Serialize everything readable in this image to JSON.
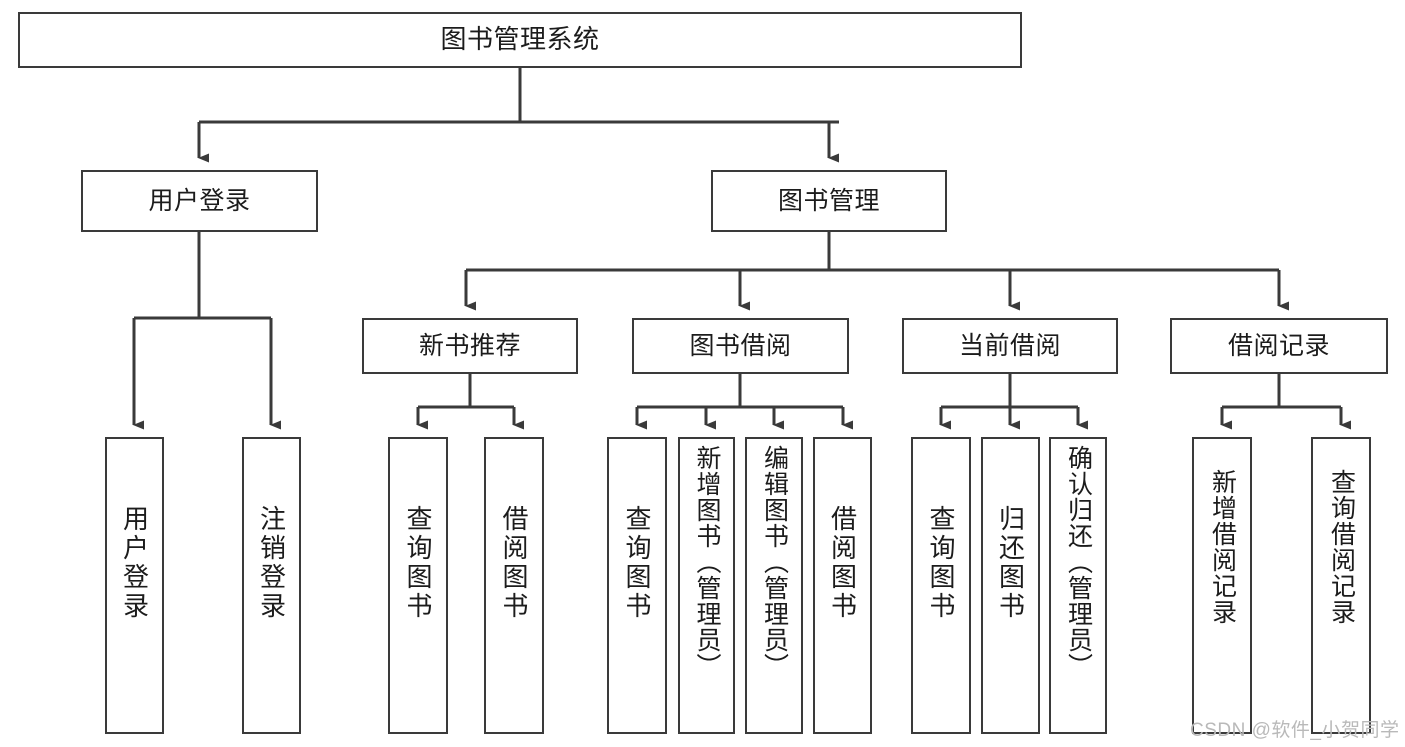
{
  "diagram": {
    "title": "图书管理系统",
    "type": "tree-hierarchy-chart",
    "stroke_color": "#3a3a3a",
    "fill_color": "#ffffff",
    "text_color": "#1c1c1c"
  },
  "root": {
    "label": "图书管理系统"
  },
  "level2": [
    {
      "label": "用户登录"
    },
    {
      "label": "图书管理"
    }
  ],
  "level3": [
    {
      "label": "新书推荐"
    },
    {
      "label": "图书借阅"
    },
    {
      "label": "当前借阅"
    },
    {
      "label": "借阅记录"
    }
  ],
  "leaves": {
    "user_login": [
      {
        "label": "用户登录"
      },
      {
        "label": "注销登录"
      }
    ],
    "new_book_recommend": [
      {
        "label": "查询图书"
      },
      {
        "label": "借阅图书"
      }
    ],
    "book_borrow": [
      {
        "label": "查询图书"
      },
      {
        "label": "新增图书（管理员）"
      },
      {
        "label": "编辑图书（管理员）"
      },
      {
        "label": "借阅图书"
      }
    ],
    "current_borrow": [
      {
        "label": "查询图书"
      },
      {
        "label": "归还图书"
      },
      {
        "label": "确认归还（管理员）"
      }
    ],
    "borrow_record": [
      {
        "label": "新增借阅记录"
      },
      {
        "label": "查询借阅记录"
      }
    ]
  },
  "watermark": {
    "text": "CSDN @软件_小贺同学"
  }
}
